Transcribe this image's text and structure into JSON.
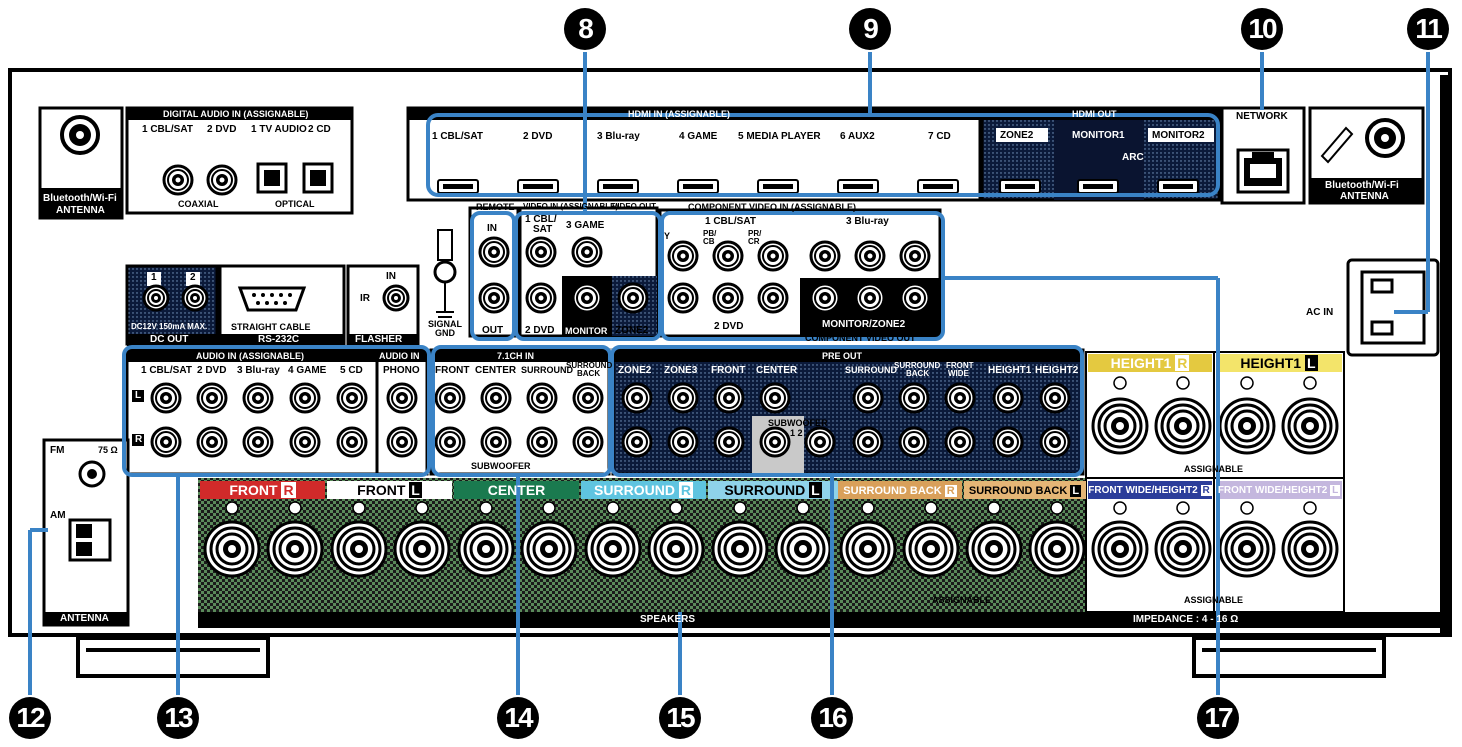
{
  "callouts": {
    "c8": "8",
    "c9": "9",
    "c10": "10",
    "c11": "11",
    "c12": "12",
    "c13": "13",
    "c14": "14",
    "c15": "15",
    "c16": "16",
    "c17": "17"
  },
  "antenna_left": "Bluetooth/Wi-Fi",
  "antenna_left2": "ANTENNA",
  "antenna_right": "Bluetooth/Wi-Fi",
  "antenna_right2": "ANTENNA",
  "digital_audio": {
    "header": "DIGITAL AUDIO IN (ASSIGNABLE)",
    "in1": "1 CBL/SAT",
    "in2": "2 DVD",
    "in3": "1 TV AUDIO",
    "in4": "2 CD",
    "coaxial": "COAXIAL",
    "optical": "OPTICAL"
  },
  "hdmi_in": {
    "header": "HDMI IN (ASSIGNABLE)",
    "p1": "1 CBL/SAT",
    "p2": "2 DVD",
    "p3": "3 Blu-ray",
    "p4": "4 GAME",
    "p5": "5 MEDIA PLAYER",
    "p6": "6 AUX2",
    "p7": "7 CD"
  },
  "hdmi_out": {
    "header": "HDMI OUT",
    "zone2": "ZONE2",
    "monitor1": "MONITOR1",
    "monitor2": "MONITOR2",
    "arc": "ARC"
  },
  "network": "NETWORK",
  "remote": {
    "header": "REMOTE",
    "in": "IN",
    "out": "OUT"
  },
  "signal_gnd": "SIGNAL GND",
  "video_in": {
    "header": "VIDEO IN (ASSIGNABLE)",
    "video_out": "VIDEO OUT",
    "cbl": "1 CBL/",
    "sat": "SAT",
    "game": "3 GAME",
    "dvd": "2 DVD",
    "monitor": "MONITOR",
    "zone2": "ZONE2"
  },
  "component": {
    "header": "COMPONENT VIDEO IN (ASSIGNABLE)",
    "cbl": "1 CBL/SAT",
    "bluray": "3 Blu-ray",
    "dvd": "2 DVD",
    "out_group": "MONITOR/ZONE2",
    "out_label": "COMPONENT VIDEO OUT",
    "y": "Y",
    "pb": "PB/",
    "cb": "CB",
    "pr": "PR/",
    "cr": "CR"
  },
  "dc_out": {
    "n1": "1",
    "n2": "2",
    "spec": "DC12V 150mA MAX.",
    "label": "DC OUT"
  },
  "rs232c": {
    "cable": "STRAIGHT CABLE",
    "label": "RS-232C"
  },
  "flasher": {
    "in": "IN",
    "ir": "IR",
    "label": "FLASHER"
  },
  "ac_in": "AC IN",
  "audio_in": {
    "header": "AUDIO IN (ASSIGNABLE)",
    "header2": "AUDIO IN",
    "c1": "1 CBL/SAT",
    "c2": "2 DVD",
    "c3": "3 Blu-ray",
    "c4": "4 GAME",
    "c5": "5 CD",
    "phono": "PHONO",
    "l": "L",
    "r": "R"
  },
  "ch71": {
    "header": "7.1CH IN",
    "front": "FRONT",
    "center": "CENTER",
    "surround": "SURROUND",
    "surround_back": "SURROUND",
    "surround_back2": "BACK",
    "subwoofer": "SUBWOOFER"
  },
  "pre_out": {
    "header": "PRE OUT",
    "zone2": "ZONE2",
    "zone3": "ZONE3",
    "front": "FRONT",
    "center": "CENTER",
    "surround": "SURROUND",
    "surround_back": "SURROUND",
    "surround_back2": "BACK",
    "front_wide": "FRONT",
    "front_wide2": "WIDE",
    "height1": "HEIGHT1",
    "height2": "HEIGHT2",
    "subwoofer": "SUBWOOFER",
    "sub_nums": "1  2"
  },
  "antenna": {
    "fm": "FM",
    "ohm": "75 Ω",
    "am": "AM",
    "label": "ANTENNA"
  },
  "speakers": {
    "front_r": "FRONT",
    "front_l": "FRONT",
    "center": "CENTER",
    "surround_r": "SURROUND",
    "surround_l": "SURROUND",
    "sb_r": "SURROUND BACK",
    "sb_l": "SURROUND BACK",
    "height1_r": "HEIGHT1",
    "height1_l": "HEIGHT1",
    "fw_r": "FRONT WIDE/HEIGHT2",
    "fw_l": "FRONT WIDE/HEIGHT2",
    "r": "R",
    "l": "L",
    "assignable": "ASSIGNABLE",
    "assignable2": "ASSIGNABLE",
    "assignable3": "ASSIGNABLE",
    "label": "SPEAKERS",
    "impedance": "IMPEDANCE : 4 - 16 Ω"
  },
  "colors": {
    "front": "#d12a2a",
    "center": "#1a7a4f",
    "surround": "#5fc4e0",
    "surround_back": "#d9a05a",
    "height1": "#e4c940",
    "fw_r": "#2b3d9a",
    "fw_l": "#c4b7de",
    "callout_line": "#3a83c6"
  }
}
